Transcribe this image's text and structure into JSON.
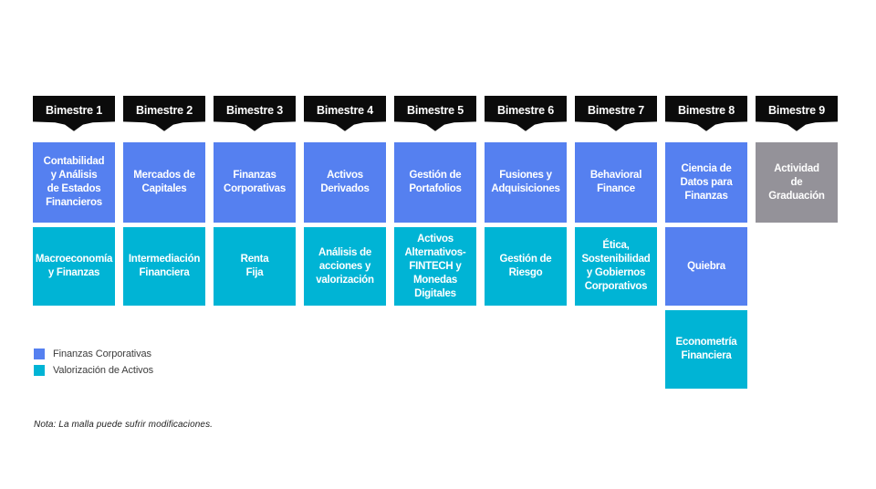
{
  "palette": {
    "blue": "#5580F0",
    "teal": "#00B4D5",
    "gray": "#949299",
    "banner": "#0B0B0B"
  },
  "columns": [
    {
      "header": "Bimestre 1",
      "courses": [
        {
          "label": "Contabilidad\ny Análisis\nde Estados\nFinancieros",
          "type": "blue"
        },
        {
          "label": "Macroeconomía\ny Finanzas",
          "type": "teal"
        }
      ]
    },
    {
      "header": "Bimestre 2",
      "courses": [
        {
          "label": "Mercados de\nCapitales",
          "type": "blue"
        },
        {
          "label": "Intermediación\nFinanciera",
          "type": "teal"
        }
      ]
    },
    {
      "header": "Bimestre 3",
      "courses": [
        {
          "label": "Finanzas\nCorporativas",
          "type": "blue"
        },
        {
          "label": "Renta\nFija",
          "type": "teal"
        }
      ]
    },
    {
      "header": "Bimestre 4",
      "courses": [
        {
          "label": "Activos\nDerivados",
          "type": "blue"
        },
        {
          "label": "Análisis de\nacciones y\nvalorización",
          "type": "teal"
        }
      ]
    },
    {
      "header": "Bimestre 5",
      "courses": [
        {
          "label": "Gestión de\nPortafolios",
          "type": "blue"
        },
        {
          "label": "Activos\nAlternativos-\nFINTECH y\nMonedas\nDigitales",
          "type": "teal"
        }
      ]
    },
    {
      "header": "Bimestre 6",
      "courses": [
        {
          "label": "Fusiones y\nAdquisiciones",
          "type": "blue"
        },
        {
          "label": "Gestión de\nRiesgo",
          "type": "teal"
        }
      ]
    },
    {
      "header": "Bimestre 7",
      "courses": [
        {
          "label": "Behavioral\nFinance",
          "type": "blue"
        },
        {
          "label": "Ética,\nSostenibilidad\ny Gobiernos\nCorporativos",
          "type": "teal"
        }
      ]
    },
    {
      "header": "Bimestre 8",
      "courses": [
        {
          "label": "Ciencia de\nDatos para\nFinanzas",
          "type": "blue"
        },
        {
          "label": "Quiebra",
          "type": "blue"
        },
        {
          "label": "Econometría\nFinanciera",
          "type": "teal"
        }
      ]
    },
    {
      "header": "Bimestre 9",
      "courses": [
        {
          "label": "Actividad\nde\nGraduación",
          "type": "gray"
        }
      ]
    }
  ],
  "legend": [
    {
      "label": "Finanzas Corporativas",
      "type": "blue"
    },
    {
      "label": "Valorización de Activos",
      "type": "teal"
    }
  ],
  "note": "Nota: La malla puede sufrir modificaciones."
}
